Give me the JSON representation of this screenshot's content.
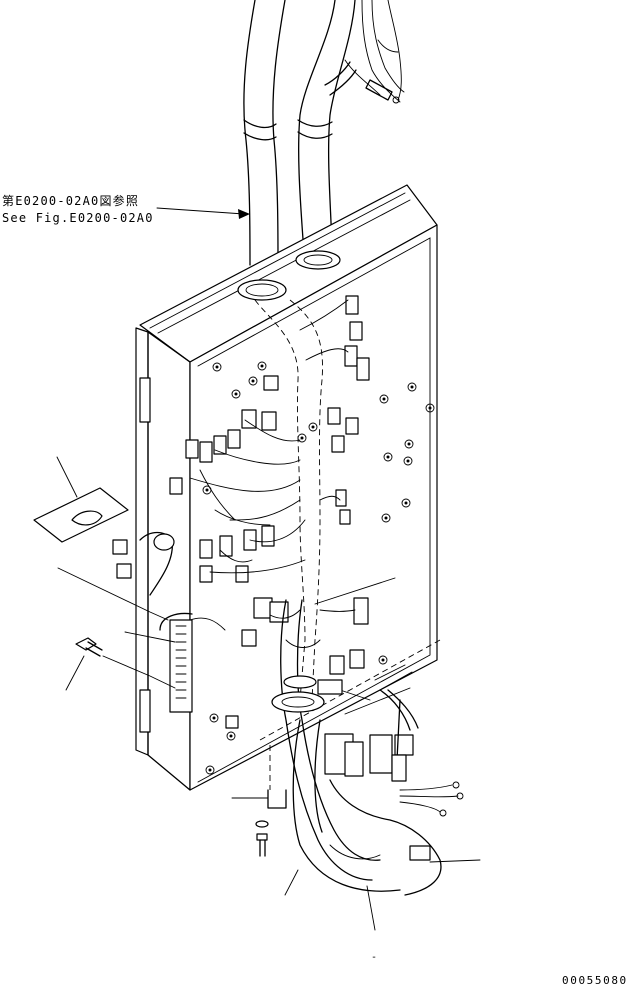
{
  "reference": {
    "jp": "第E0200-02A0図参照",
    "en": "See Fig.E0200-02A0"
  },
  "part_number": "00055080",
  "dash_mark": "-",
  "icons": [
    "controller-panel-drawing",
    "wire-harness-drawing",
    "bolt-drawing",
    "clamp-drawing",
    "plate-drawing"
  ]
}
